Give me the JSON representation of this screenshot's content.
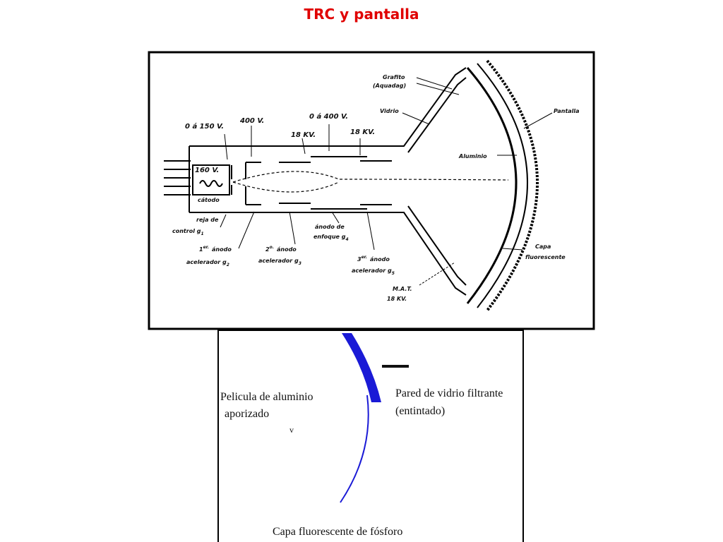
{
  "title": "TRC y pantalla",
  "top_diagram": {
    "labels": {
      "grafito": "Grafito",
      "aquadag": "(Aquadag)",
      "vidrio": "Vidrio",
      "pantalla": "Pantalla",
      "aluminio": "Aluminio",
      "capa": "Capa",
      "fluorescente": "fluorescente",
      "v0_150": "0 á 150 V.",
      "v400": "400 V.",
      "v0_400": "0 á 400 V.",
      "kv18_a": "18 KV.",
      "kv18_b": "18 KV.",
      "v160": "160 V.",
      "catodo": "cátodo",
      "reja_de": "reja de",
      "control_g1": "control g",
      "g1_sub": "1",
      "primer_anodo": "1",
      "primer_sup": "er.",
      "primer_anodo_txt": "ánodo",
      "acelerador_g2": "acelerador g",
      "g2_sub": "2",
      "segundo_anodo": "2",
      "segundo_sup": "o.",
      "segundo_anodo_txt": "ánodo",
      "acelerador_g3": "acelerador g",
      "g3_sub": "3",
      "anodo_de": "ánodo de",
      "enfoque_g4": "enfoque g",
      "g4_sub": "4",
      "tercer_anodo": "3",
      "tercer_sup": "er.",
      "tercer_anodo_txt": "ánodo",
      "acelerador_g5": "acelerador g",
      "g5_sub": "5",
      "mat": "M.A.T.",
      "mat_kv": "18 KV."
    }
  },
  "bottom_diagram": {
    "pelicula_line1": "Pelicula de aluminio",
    "pelicula_line2": "aporizado",
    "v_mark": "v",
    "pared_line1": "Pared de vidrio filtrante",
    "pared_line2": "(entintado)",
    "capa_fosforo": "Capa fluorescente de fósforo"
  },
  "colors": {
    "title": "#e00000",
    "screen_blue": "#1a1ad6",
    "frame": "#000000"
  }
}
